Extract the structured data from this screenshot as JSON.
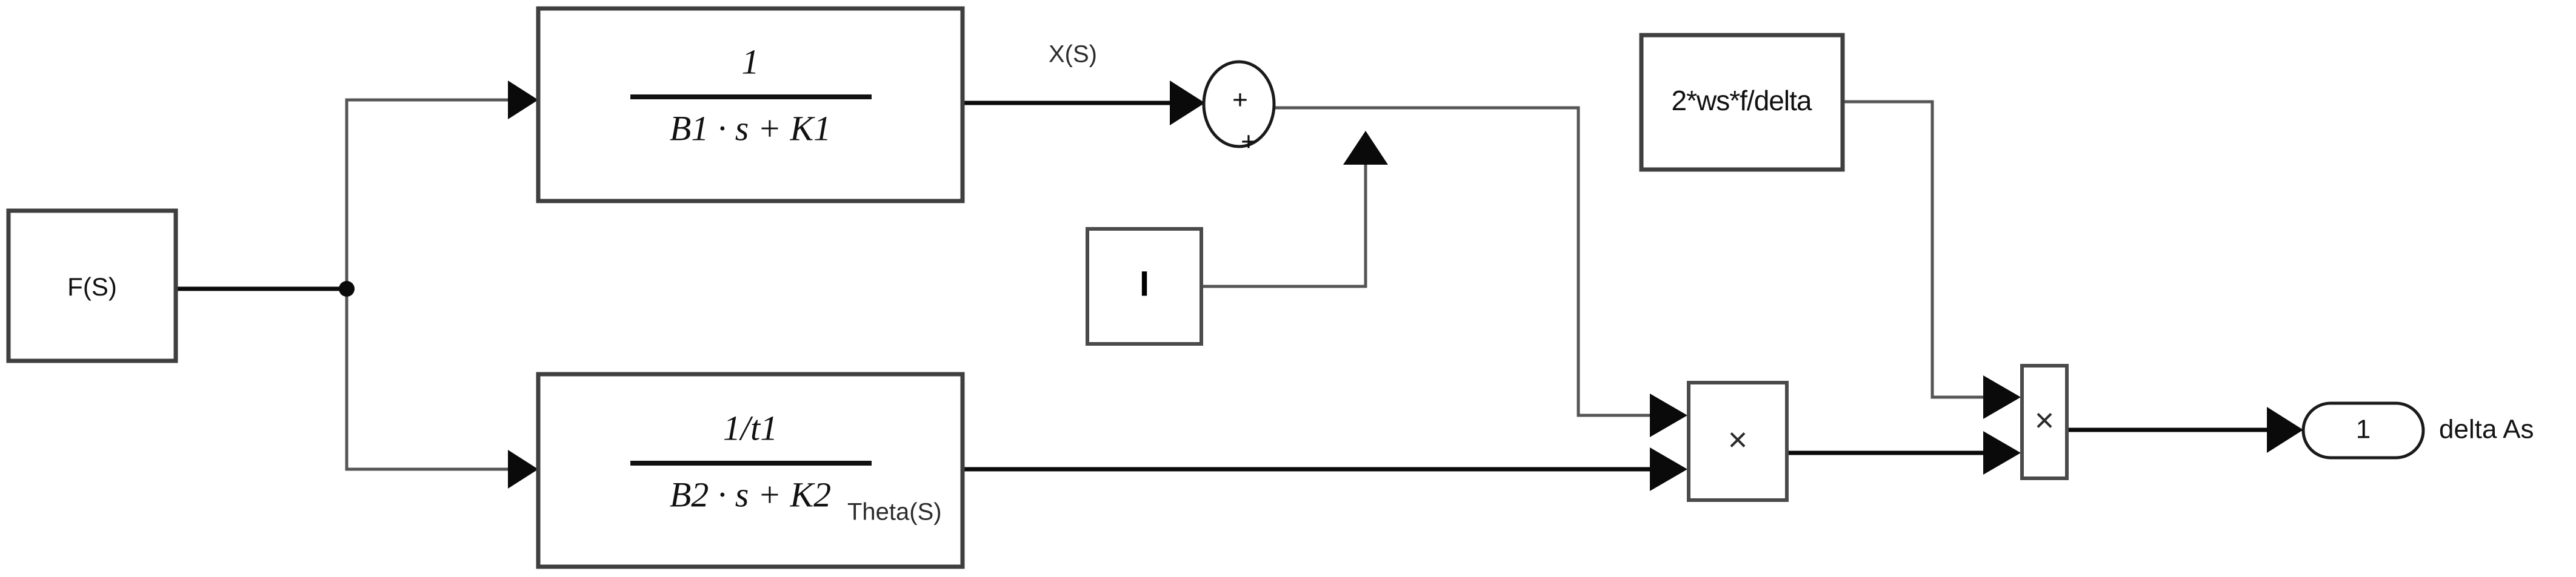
{
  "diagram": {
    "type": "control-block-diagram",
    "background_color": "#ffffff",
    "line_color": "#0a0a0a",
    "block_border_color": "#3f3f3f",
    "blocks": {
      "input_source": {
        "label": "F(S)",
        "shape": "rectangle"
      },
      "transfer_fn_top": {
        "numerator": "1",
        "denominator": "B1 · s + K1",
        "shape": "rectangle"
      },
      "transfer_fn_bottom": {
        "numerator": "1/t1",
        "denominator": "B2 · s + K2",
        "shape": "rectangle"
      },
      "constant_I": {
        "label": "I",
        "shape": "rectangle"
      },
      "gain": {
        "label": "2*ws*f/delta",
        "shape": "rectangle"
      },
      "sum_junction": {
        "sign_top": "+",
        "sign_bottom": "+",
        "shape": "circle"
      },
      "product_1": {
        "label": "×",
        "shape": "rectangle"
      },
      "product_2": {
        "label": "×",
        "shape": "rectangle"
      },
      "output_port": {
        "number": "1",
        "name": "delta As",
        "shape": "pill"
      }
    },
    "signal_labels": {
      "x_of_s": "X(S)",
      "theta_of_s": "Theta(S)"
    }
  }
}
